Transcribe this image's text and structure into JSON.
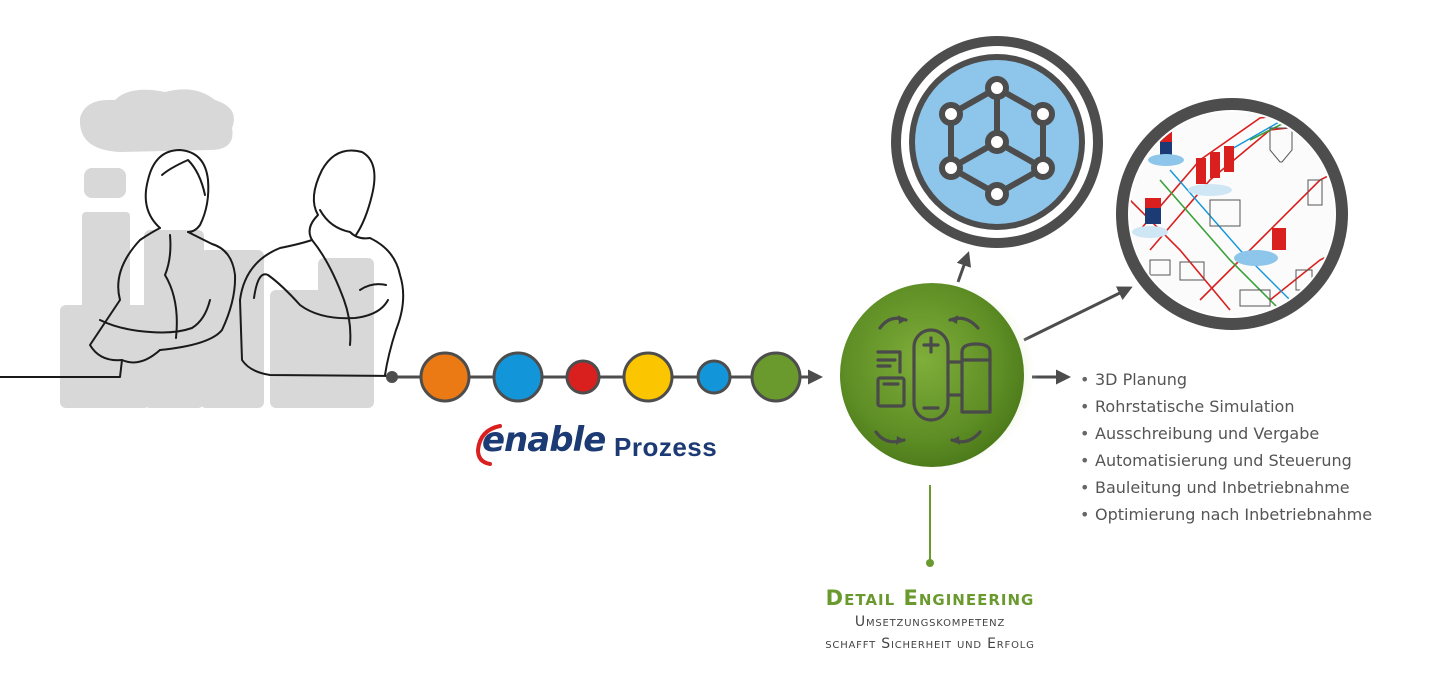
{
  "brand": {
    "enable": "enable",
    "prozess": "Prozess"
  },
  "process_dots": [
    {
      "color": "#ec7a14",
      "name": "orange"
    },
    {
      "color": "#1296d9",
      "name": "blue"
    },
    {
      "color": "#d9201f",
      "name": "red"
    },
    {
      "color": "#fbc600",
      "name": "yellow"
    },
    {
      "color": "#1296d9",
      "name": "blue-small"
    },
    {
      "color": "#6a9a2e",
      "name": "green"
    }
  ],
  "colors": {
    "line": "#4d4d4d",
    "green": "#6a9a2e",
    "light_blue": "#8ec5ea",
    "brand_blue": "#1c3a73",
    "silhouette_gray": "#d8d8d8"
  },
  "services": [
    "3D Planung",
    "Rohrstatische Simulation",
    "Ausschreibung und Vergabe",
    "Automatisierung und Steuerung",
    "Bauleitung und Inbetriebnahme",
    "Optimierung nach Inbetriebnahme"
  ],
  "bullet": "•",
  "caption": {
    "title": "Detail Engineering",
    "line1": "Umsetzungskompetenz",
    "line2": "schafft Sicherheit und Erfolg"
  },
  "icons": {
    "network": "network-cube-icon",
    "engineering": "engineering-components-icon",
    "plant_plan": "plant-schematic-image",
    "people": "people-line-drawing"
  }
}
